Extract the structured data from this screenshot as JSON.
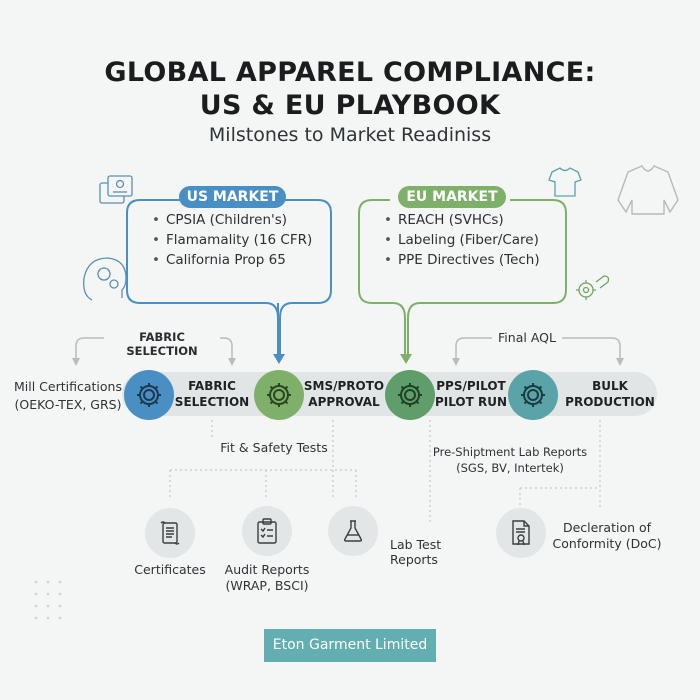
{
  "header": {
    "title_line1": "GLOBAL APPAREL COMPLIANCE:",
    "title_line2": "US & EU PLAYBOOK",
    "subtitle": "Milstones to Market Readiniss"
  },
  "us_market": {
    "label": "US MARKET",
    "items": [
      "CPSIA (Children's)",
      "Flamamality (16 CFR)",
      "California Prop 65"
    ],
    "color": "#4a8fc4"
  },
  "eu_market": {
    "label": "EU MARKET",
    "items": [
      "REACH (SVHCs)",
      "Labeling (Fiber/Care)",
      "PPE Directives (Tech)"
    ],
    "color": "#7fb069"
  },
  "timeline": {
    "left_bracket_label": "FABRIC SELECTION",
    "right_bracket_label": "Final AQL",
    "left_note_line1": "Mill Certifications",
    "left_note_line2": "(OEKO-TEX, GRS)",
    "stages": [
      {
        "line1": "FABRIC",
        "line2": "SELECTION",
        "color": "#4a8fc4",
        "icon": "gear-icon"
      },
      {
        "line1": "SMS/PROTO",
        "line2": "APPROVAL",
        "color": "#7fb069",
        "icon": "gear-icon"
      },
      {
        "line1": "PPS/PILOT",
        "line2": "PILOT RUN",
        "color": "#5f9e6a",
        "icon": "gear-icon"
      },
      {
        "line1": "BULK",
        "line2": "PRODUCTION",
        "color": "#5aa3a8",
        "icon": "gear-icon"
      }
    ]
  },
  "below": {
    "fit_safety": "Fit & Safety Tests",
    "preship_line1": "Pre-Shiptment Lab Reports",
    "preship_line2": "(SGS, BV, Intertek)",
    "docs": [
      {
        "label": "Certificates",
        "icon": "scroll-icon"
      },
      {
        "label_line1": "Audit Reports",
        "label_line2": "(WRAP, BSCI)",
        "icon": "clipboard-icon"
      },
      {
        "label": "",
        "icon": "flask-icon"
      }
    ],
    "lab_test_reports": "Lab Test Reports",
    "doc_line1": "Decleration of",
    "doc_line2": "Conformity (DoC)",
    "doc_icon": "certificate-icon"
  },
  "brand": {
    "name": "Eton Garment Limited"
  }
}
